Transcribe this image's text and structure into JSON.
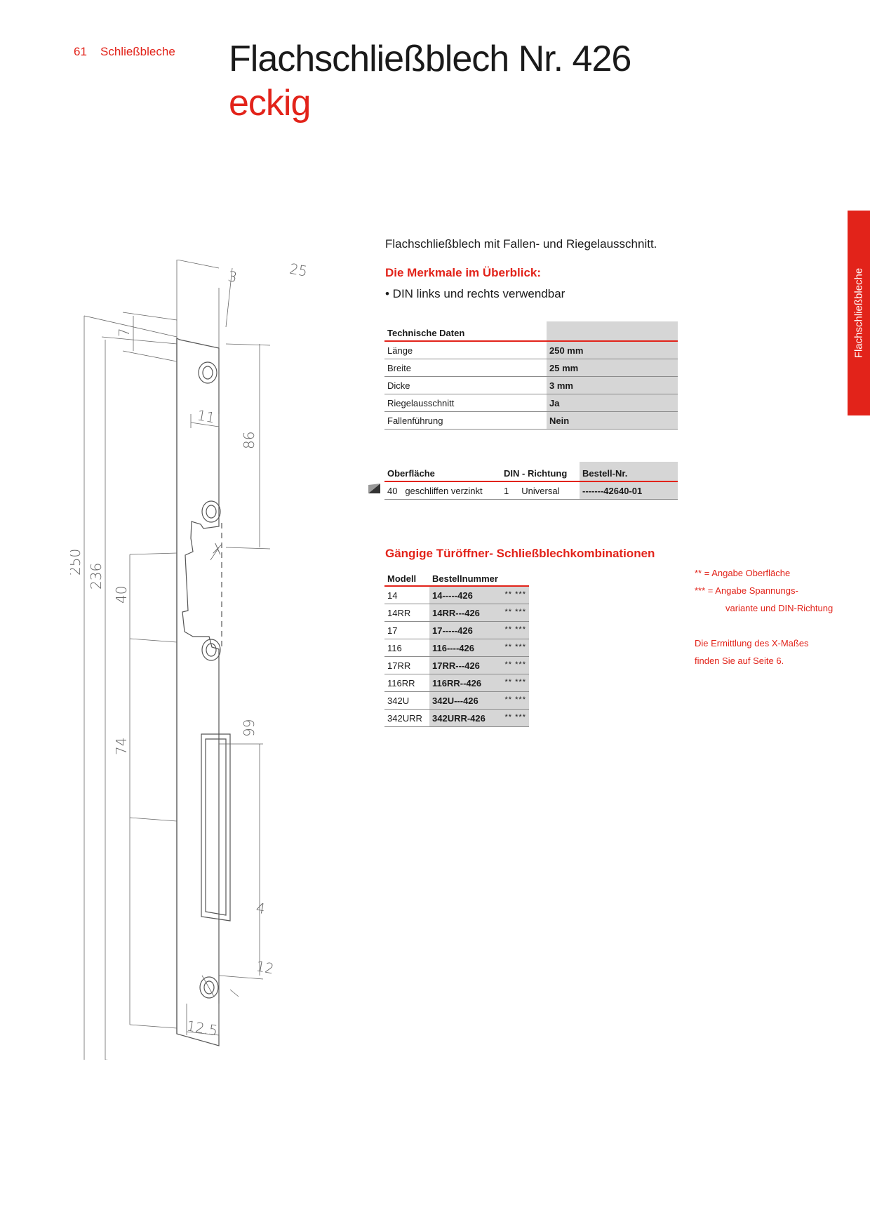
{
  "header": {
    "page_number": "61",
    "section": "Schließbleche",
    "title": "Flachschließblech Nr. 426",
    "subtitle": "eckig",
    "side_tab": "Flachschließbleche"
  },
  "intro": "Flachschließblech mit Fallen- und Riegelausschnitt.",
  "features": {
    "heading": "Die Merkmale im Überblick:",
    "items": [
      "• DIN links und rechts verwendbar"
    ]
  },
  "tech": {
    "heading": "Technische Daten",
    "rows": [
      {
        "label": "Länge",
        "value": "250 mm"
      },
      {
        "label": "Breite",
        "value": "25 mm"
      },
      {
        "label": "Dicke",
        "value": "3 mm"
      },
      {
        "label": "Riegelausschnitt",
        "value": "Ja"
      },
      {
        "label": "Fallenführung",
        "value": "Nein"
      }
    ]
  },
  "surface": {
    "headers": [
      "Oberfläche",
      "DIN - Richtung",
      "Bestell-Nr."
    ],
    "row": {
      "code": "40",
      "name": "geschliffen verzinkt",
      "din_code": "1",
      "din": "Universal",
      "order": "-------42640-01"
    }
  },
  "combos": {
    "heading": "Gängige Türöffner- Schließblechkombinationen",
    "headers": [
      "Modell",
      "Bestellnummer"
    ],
    "stars": "** ***",
    "rows": [
      {
        "model": "14",
        "order": "14-----426"
      },
      {
        "model": "14RR",
        "order": "14RR---426"
      },
      {
        "model": "17",
        "order": "17-----426"
      },
      {
        "model": "116",
        "order": "116----426"
      },
      {
        "model": "17RR",
        "order": "17RR---426"
      },
      {
        "model": "116RR",
        "order": "116RR--426"
      },
      {
        "model": "342U",
        "order": "342U---426"
      },
      {
        "model": "342URR",
        "order": "342URR-426"
      }
    ]
  },
  "notes": {
    "n1": "**    =  Angabe Oberfläche",
    "n2": "***  =  Angabe Spannungs-",
    "n3": "variante und DIN-Richtung",
    "n4": "Die Ermittlung des X-Maßes",
    "n5": "finden Sie auf Seite 6."
  },
  "drawing": {
    "dims": {
      "w": "25",
      "t": "3",
      "top": "7",
      "slot": "11",
      "a": "86",
      "x": "X",
      "total": "250",
      "inner": "236",
      "b": "40",
      "c": "99",
      "d": "74",
      "e": "4",
      "f": "12",
      "g": "12.5"
    }
  }
}
